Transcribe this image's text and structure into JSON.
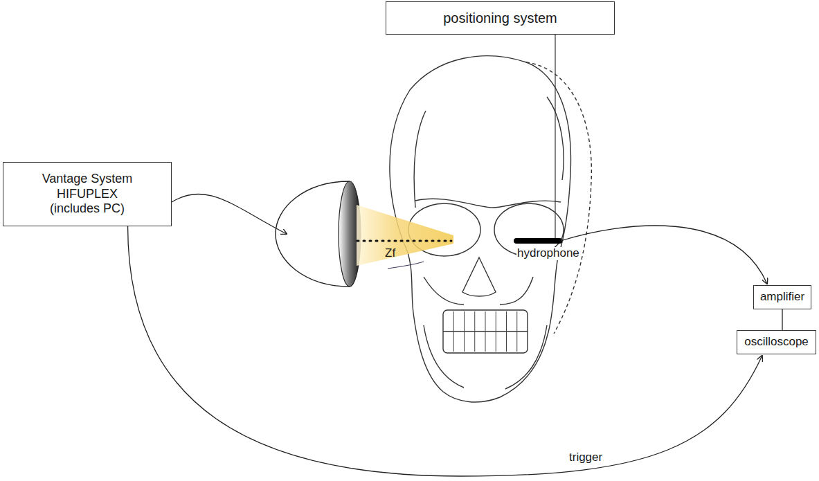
{
  "diagram": {
    "nodes": [
      {
        "text": [
          "positioning system"
        ]
      },
      {
        "text": [
          "Vantage System HIFUPLEX (includes PC)"
        ]
      },
      {
        "text": [
          "amplifier"
        ]
      },
      {
        "text": [
          "oscilloscope"
        ]
      }
    ],
    "edges": [
      {
        "from": 1,
        "to": 3,
        "label": "trigger",
        "arrow": "to"
      },
      {
        "from": 2,
        "to": 3,
        "arrow": "none"
      }
    ],
    "labels": [
      "Zf",
      "hydrophone"
    ]
  }
}
